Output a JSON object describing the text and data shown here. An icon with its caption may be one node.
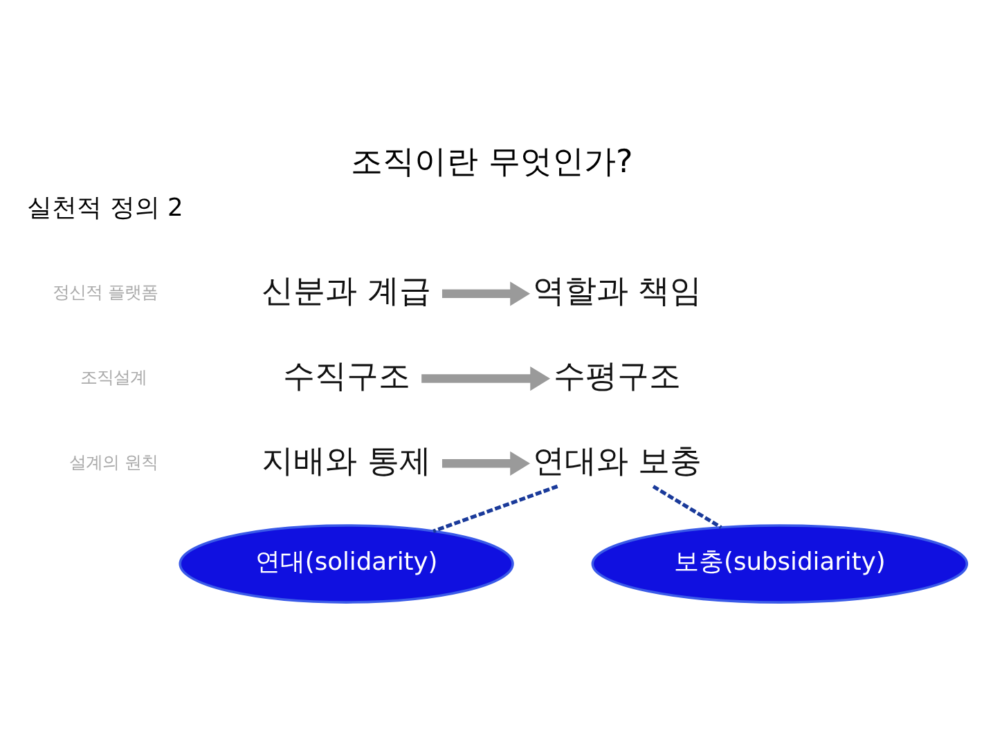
{
  "diagram": {
    "title": "조직이란 무엇인가?",
    "nodes": [
      {
        "text": [
          "신분과 계급"
        ]
      },
      {
        "text": [
          "역할과 책임"
        ]
      },
      {
        "text": [
          "수직구조"
        ]
      },
      {
        "text": [
          "수평구조"
        ]
      },
      {
        "text": [
          "지배와 통제"
        ]
      },
      {
        "text": [
          "연대와 보충"
        ]
      },
      {
        "text": [
          "연대(solidarity)"
        ]
      },
      {
        "text": [
          "보충(subsidiarity)"
        ]
      }
    ],
    "edges": [
      {
        "from": 0,
        "to": 1,
        "arrow": "to"
      },
      {
        "from": 2,
        "to": 3,
        "arrow": "to"
      },
      {
        "from": 4,
        "to": 5,
        "arrow": "to"
      },
      {
        "from": 5,
        "to": 6,
        "arrow": "none",
        "style": "dashed",
        "color": "#1a3a9a"
      },
      {
        "from": 5,
        "to": 7,
        "arrow": "none",
        "style": "dashed",
        "color": "#1a3a9a"
      }
    ],
    "labels": [
      "실천적 정의 2",
      "정신적 플랫폼",
      "조직설계",
      "설계의 원칙"
    ]
  }
}
